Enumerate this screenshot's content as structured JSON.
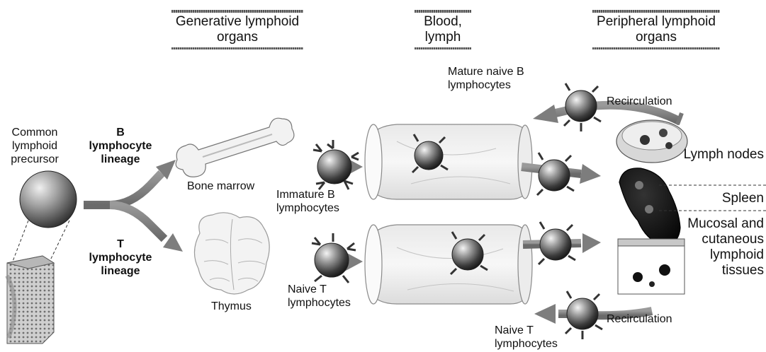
{
  "headers": {
    "generative": "Generative lymphoid organs",
    "blood": "Blood, lymph",
    "peripheral": "Peripheral lymphoid organs"
  },
  "labels": {
    "common_precursor": "Common lymphoid precursor",
    "b_lineage": "B lymphocyte lineage",
    "t_lineage": "T lymphocyte lineage",
    "bone_marrow": "Bone marrow",
    "thymus": "Thymus",
    "immature_b": "Immature B lymphocytes",
    "naive_t_left": "Naive T lymphocytes",
    "mature_naive_b": "Mature naive B lymphocytes",
    "recirculation_top": "Recirculation",
    "recirculation_bottom": "Recirculation",
    "naive_t_bottom": "Naive T lymphocytes"
  },
  "tissues": {
    "lymph_nodes": "Lymph nodes",
    "spleen": "Spleen",
    "mucosal": "Mucosal and cutaneous lymphoid tissues"
  }
}
